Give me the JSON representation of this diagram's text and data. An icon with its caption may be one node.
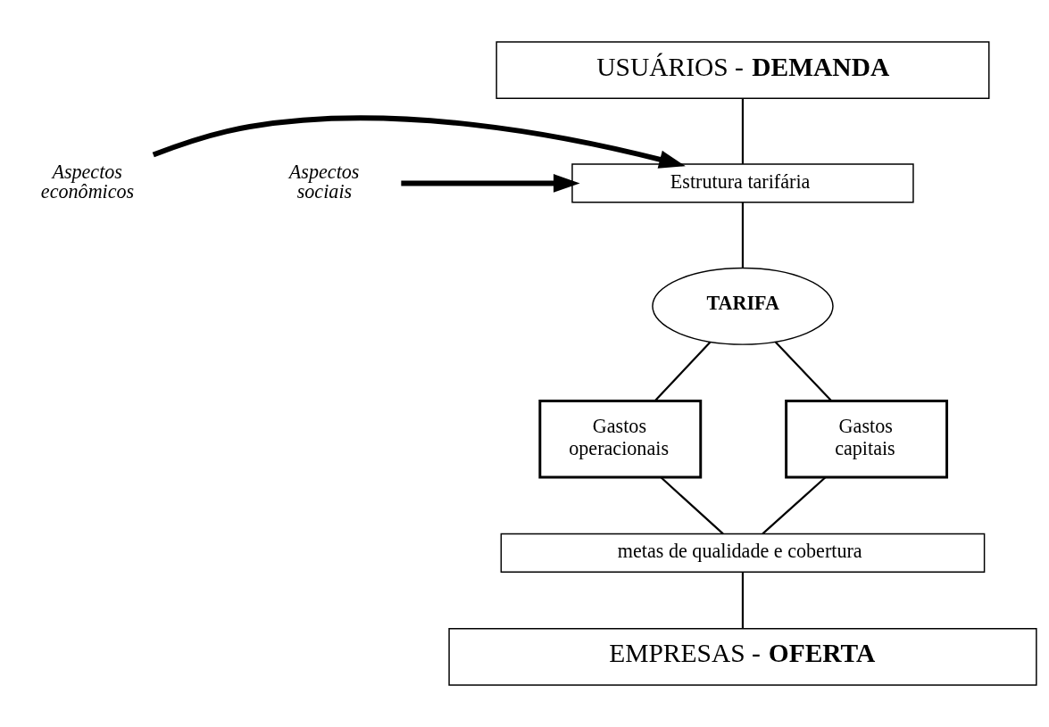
{
  "diagram": {
    "nodes": [
      {
        "text": [
          "USUÁRIOS - **DEMANDA**"
        ]
      },
      {
        "text": [
          "Estrutura tarifária"
        ]
      },
      {
        "text": [
          "TARIFA"
        ]
      },
      {
        "text": [
          "Gastos operacionais"
        ]
      },
      {
        "text": [
          "Gastos capitais"
        ]
      },
      {
        "text": [
          "metas de qualidade e cobertura"
        ]
      },
      {
        "text": [
          "EMPRESAS - **OFERTA**"
        ]
      },
      {
        "text": [
          "Aspectos econômicos"
        ]
      },
      {
        "text": [
          "Aspectos sociais"
        ]
      }
    ],
    "edges": [
      {
        "from": 0,
        "to": 1,
        "arrow": "none"
      },
      {
        "from": 1,
        "to": 2,
        "arrow": "none"
      },
      {
        "from": 2,
        "to": 3,
        "arrow": "none"
      },
      {
        "from": 2,
        "to": 4,
        "arrow": "none"
      },
      {
        "from": 3,
        "to": 5,
        "arrow": "none"
      },
      {
        "from": 4,
        "to": 5,
        "arrow": "none"
      },
      {
        "from": 5,
        "to": 6,
        "arrow": "none"
      },
      {
        "from": 7,
        "to": 1,
        "arrow": "to",
        "style": "thick"
      },
      {
        "from": 8,
        "to": 1,
        "arrow": "to",
        "style": "thick"
      }
    ]
  }
}
